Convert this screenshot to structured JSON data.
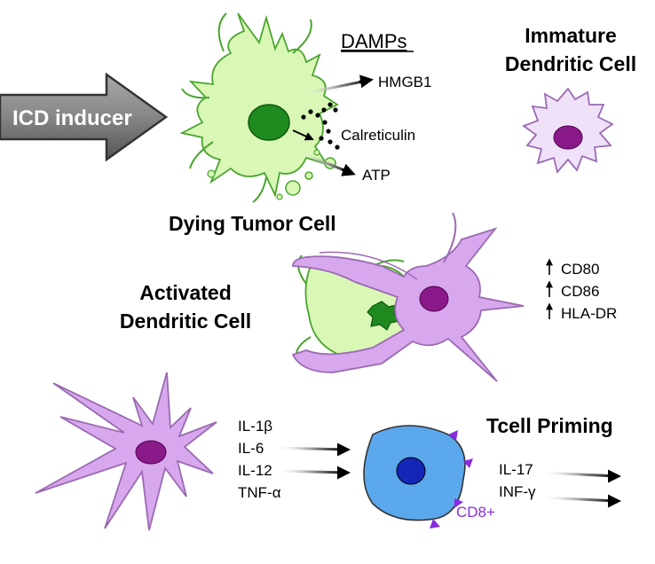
{
  "inducer_label": "ICD inducer",
  "damps": {
    "title": "DAMPs",
    "items": [
      "HMGB1",
      "Calreticulin",
      "ATP"
    ]
  },
  "dying_cell_label": "Dying Tumor Cell",
  "immature_dc_label": [
    "Immature",
    "Dendritic Cell"
  ],
  "activated_dc_label": [
    "Activated",
    "Dendritic Cell"
  ],
  "markers": [
    "CD80",
    "CD86",
    "HLA-DR"
  ],
  "cytokines_left": [
    "IL-1β",
    "IL-6",
    "IL-12",
    "TNF-α"
  ],
  "tcell_priming_label": "Tcell Priming",
  "tcell_marker": "CD8+",
  "cytokines_right": [
    "IL-17",
    "INF-γ"
  ],
  "colors": {
    "tumor_fill": "#d9f7b5",
    "tumor_stroke": "#4aa52e",
    "tumor_nucleus": "#1f8a1f",
    "dc_fill": "#d8a8ee",
    "dc_fill_light": "#efe2f8",
    "dc_stroke": "#9a6ab3",
    "dc_nucleus": "#8a1a8a",
    "tcell_fill": "#5ba8ec",
    "tcell_nucleus": "#1326b8",
    "cd8": "#8a2be2",
    "arrow_gray": "#8c8c8c"
  }
}
